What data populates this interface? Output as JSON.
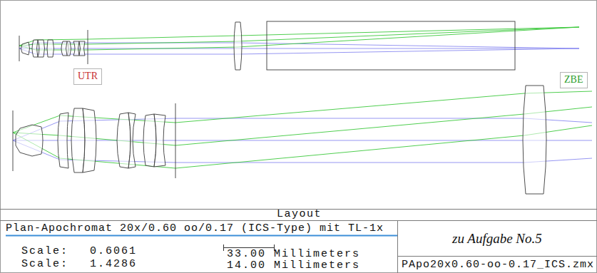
{
  "diagram": {
    "title": "Layout",
    "nodes": [
      {
        "text": [
          "UTR"
        ]
      },
      {
        "text": [
          "ZBE"
        ]
      }
    ],
    "labels": [
      "Plan-Apochromat 20x/0.60 oo/0.17 (ICS-Type) mit TL-1x",
      "zu Aufgabe No.5",
      "Scale:",
      "0.6061",
      "33.00 Millimeters",
      "Scale:",
      "1.4286",
      "14.00 Millimeters",
      "PApo20x0.60-oo-0.17_ICS.zmx"
    ]
  }
}
